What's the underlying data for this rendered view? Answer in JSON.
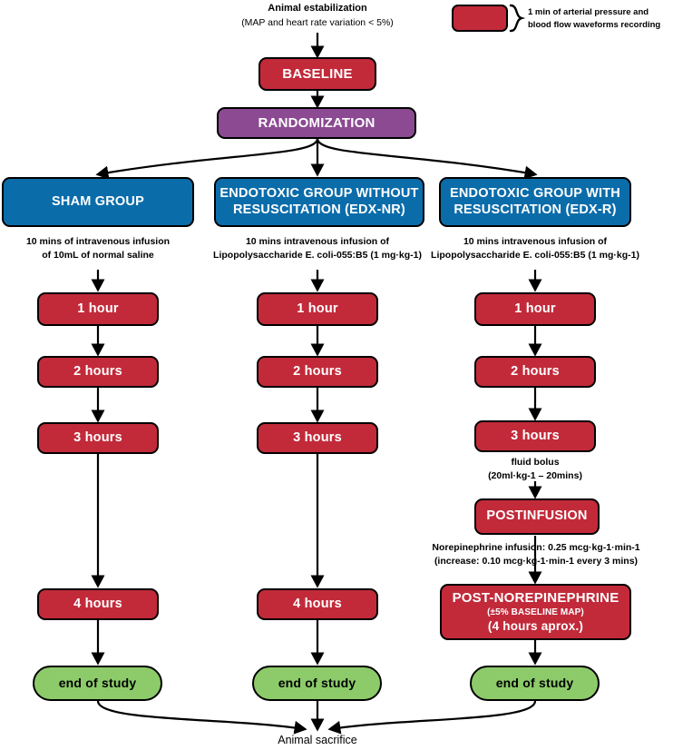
{
  "header": {
    "title": "Animal estabilization",
    "subtitle": "(MAP and heart rate variation < 5%)"
  },
  "legend": {
    "swatch_color": "#c22a3a",
    "text_line1": "1 min of arterial pressure and",
    "text_line2": "blood flow waveforms recording"
  },
  "colors": {
    "red": "#c22a3a",
    "purple": "#8b4a92",
    "blue": "#0b6caa",
    "green": "#8dcb6a",
    "stroke": "#000000",
    "text_on_fill": "#ffffff",
    "text_plain": "#000000"
  },
  "top_nodes": {
    "baseline": "BASELINE",
    "randomization": "RANDOMIZATION"
  },
  "groups": [
    {
      "id": "sham",
      "title": "SHAM GROUP",
      "title_lines": [
        "SHAM GROUP"
      ],
      "infusion_lines": [
        "10 mins of intravenous infusion",
        "of 10mL of normal saline"
      ],
      "timepoints": [
        "1 hour",
        "2 hours",
        "3 hours",
        "4 hours"
      ],
      "end": "end of study"
    },
    {
      "id": "edx-nr",
      "title": "ENDOTOXIC GROUP WITHOUT RESUSCITATION (EDX-NR)",
      "title_lines": [
        "ENDOTOXIC GROUP WITHOUT",
        "RESUSCITATION (EDX-NR)"
      ],
      "infusion_lines": [
        "10 mins intravenous infusion of",
        "Lipopolysaccharide E. coli-055:B5 (1 mg·kg-1)"
      ],
      "timepoints": [
        "1 hour",
        "2 hours",
        "3 hours",
        "4 hours"
      ],
      "end": "end of study"
    },
    {
      "id": "edx-r",
      "title": "ENDOTOXIC GROUP WITH RESUSCITATION (EDX-R)",
      "title_lines": [
        "ENDOTOXIC GROUP WITH",
        "RESUSCITATION (EDX-R)"
      ],
      "infusion_lines": [
        "10 mins intravenous infusion of",
        "Lipopolysaccharide E. coli-055:B5 (1 mg·kg-1)"
      ],
      "timepoints": [
        "1 hour",
        "2 hours",
        "3 hours"
      ],
      "fluid_bolus_lines": [
        "fluid bolus",
        "(20ml·kg-1 – 20mins)"
      ],
      "postinfusion": "POSTINFUSION",
      "norepinephrine_lines": [
        "Norepinephrine infusion: 0.25 mcg·kg-1·min-1",
        "(increase: 0.10 mcg·kg-1·min-1 every 3 mins)"
      ],
      "post_norepinephrine": {
        "line1": "POST-NOREPINEPHRINE",
        "line2": "(±5% BASELINE MAP)",
        "line3": "(4 hours aprox.)"
      },
      "end": "end of study"
    }
  ],
  "footer": {
    "final": "Animal sacrifice"
  }
}
